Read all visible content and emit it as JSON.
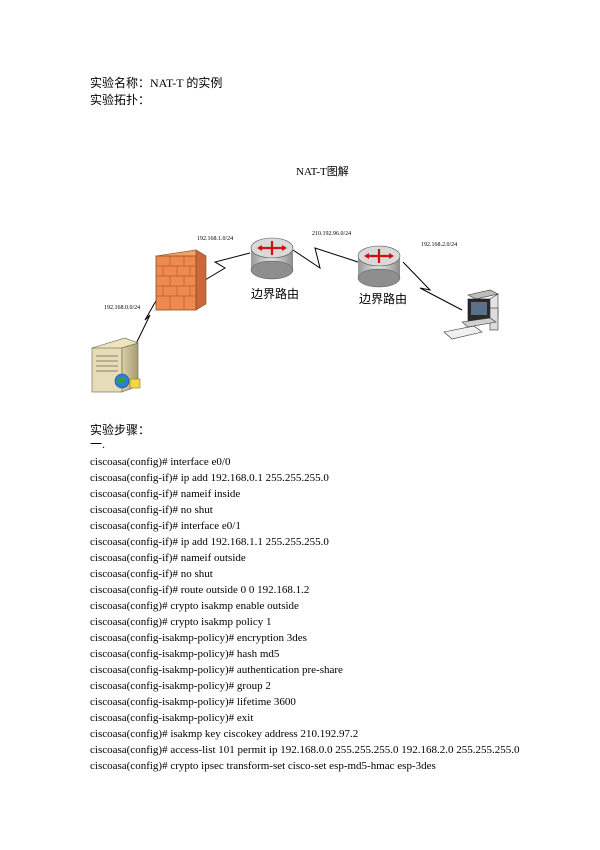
{
  "header": {
    "experiment_name": "实验名称：NAT-T 的实例",
    "topology_label": "实验拓扑："
  },
  "diagram": {
    "title": "NAT-T图解",
    "networks": {
      "left_lan": "192.168.0.0/24",
      "asa_router": "192.168.1.0/24",
      "wan": "210.192.96.0/24",
      "right_lan": "192.168.2.0/24"
    },
    "router_labels": [
      "边界路由",
      "边界路由"
    ],
    "icons": [
      "server-icon",
      "firewall-icon",
      "router-icon",
      "router-icon",
      "workstation-icon"
    ]
  },
  "steps": {
    "heading": "实验步骤：",
    "section": "一.",
    "commands": [
      "ciscoasa(config)# interface e0/0",
      "ciscoasa(config-if)# ip add 192.168.0.1 255.255.255.0",
      "ciscoasa(config-if)# nameif inside",
      "ciscoasa(config-if)# no shut",
      "ciscoasa(config-if)# interface e0/1",
      "ciscoasa(config-if)# ip add 192.168.1.1 255.255.255.0",
      "ciscoasa(config-if)# nameif outside",
      "ciscoasa(config-if)# no shut",
      "ciscoasa(config-if)# route outside 0 0 192.168.1.2",
      "ciscoasa(config)# crypto isakmp enable outside",
      "ciscoasa(config)# crypto isakmp policy 1",
      "ciscoasa(config-isakmp-policy)# encryption 3des",
      "ciscoasa(config-isakmp-policy)# hash md5",
      "ciscoasa(config-isakmp-policy)# authentication pre-share",
      "ciscoasa(config-isakmp-policy)# group 2",
      "ciscoasa(config-isakmp-policy)# lifetime 3600",
      "ciscoasa(config-isakmp-policy)# exit",
      "ciscoasa(config)# isakmp key ciscokey address 210.192.97.2",
      "ciscoasa(config)# access-list 101 permit ip 192.168.0.0 255.255.255.0 192.168.2.0 255.255.255.0",
      "ciscoasa(config)# crypto ipsec transform-set cisco-set esp-md5-hmac esp-3des"
    ]
  }
}
